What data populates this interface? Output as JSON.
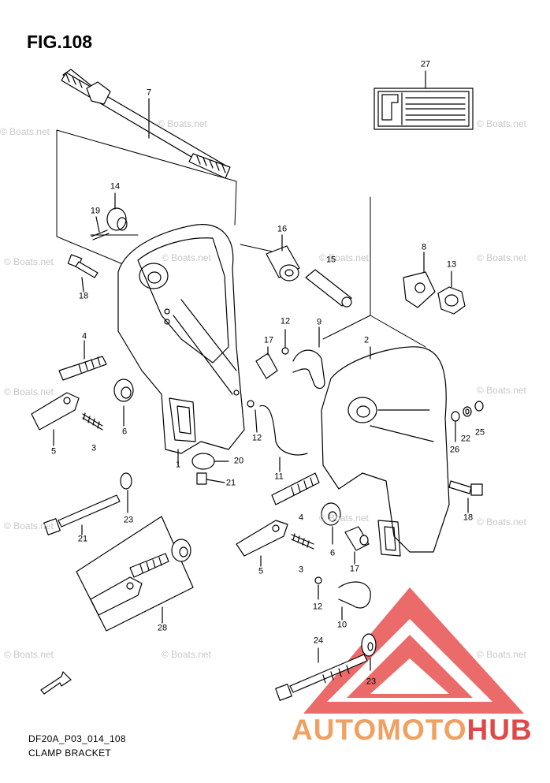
{
  "figure": {
    "title": "FIG.108",
    "code": "DF20A_P03_014_108",
    "caption": "CLAMP BRACKET"
  },
  "watermark": {
    "site": "© Boats.net",
    "brand_part1": "AUTO",
    "brand_part2": "MOTO",
    "brand_part3": "HUB"
  },
  "colors": {
    "line": "#000000",
    "watermark_text": "#c8c8c8",
    "brand_orange": "#f0a060",
    "brand_red": "#e04848"
  },
  "callouts": [
    {
      "id": "c7",
      "label": "7"
    },
    {
      "id": "c27",
      "label": "27"
    },
    {
      "id": "c14",
      "label": "14"
    },
    {
      "id": "c19",
      "label": "19"
    },
    {
      "id": "c16",
      "label": "16"
    },
    {
      "id": "c15",
      "label": "15"
    },
    {
      "id": "c8",
      "label": "8"
    },
    {
      "id": "c13",
      "label": "13"
    },
    {
      "id": "c18a",
      "label": "18"
    },
    {
      "id": "c12a",
      "label": "12"
    },
    {
      "id": "c9",
      "label": "9"
    },
    {
      "id": "c17a",
      "label": "17"
    },
    {
      "id": "c2",
      "label": "2"
    },
    {
      "id": "c4a",
      "label": "4"
    },
    {
      "id": "c6a",
      "label": "6"
    },
    {
      "id": "c5a",
      "label": "5"
    },
    {
      "id": "c3a",
      "label": "3"
    },
    {
      "id": "c12b",
      "label": "12"
    },
    {
      "id": "c22",
      "label": "22"
    },
    {
      "id": "c25",
      "label": "25"
    },
    {
      "id": "c26",
      "label": "26"
    },
    {
      "id": "c1",
      "label": "1"
    },
    {
      "id": "c20",
      "label": "20"
    },
    {
      "id": "c21a",
      "label": "21"
    },
    {
      "id": "c11",
      "label": "11"
    },
    {
      "id": "c23a",
      "label": "23"
    },
    {
      "id": "c21b",
      "label": "21"
    },
    {
      "id": "c18b",
      "label": "18"
    },
    {
      "id": "c4b",
      "label": "4"
    },
    {
      "id": "c5b",
      "label": "5"
    },
    {
      "id": "c6b",
      "label": "6"
    },
    {
      "id": "c3b",
      "label": "3"
    },
    {
      "id": "c17b",
      "label": "17"
    },
    {
      "id": "c12c",
      "label": "12"
    },
    {
      "id": "c10",
      "label": "10"
    },
    {
      "id": "c28",
      "label": "28"
    },
    {
      "id": "c24",
      "label": "24"
    },
    {
      "id": "c23b",
      "label": "23"
    }
  ]
}
